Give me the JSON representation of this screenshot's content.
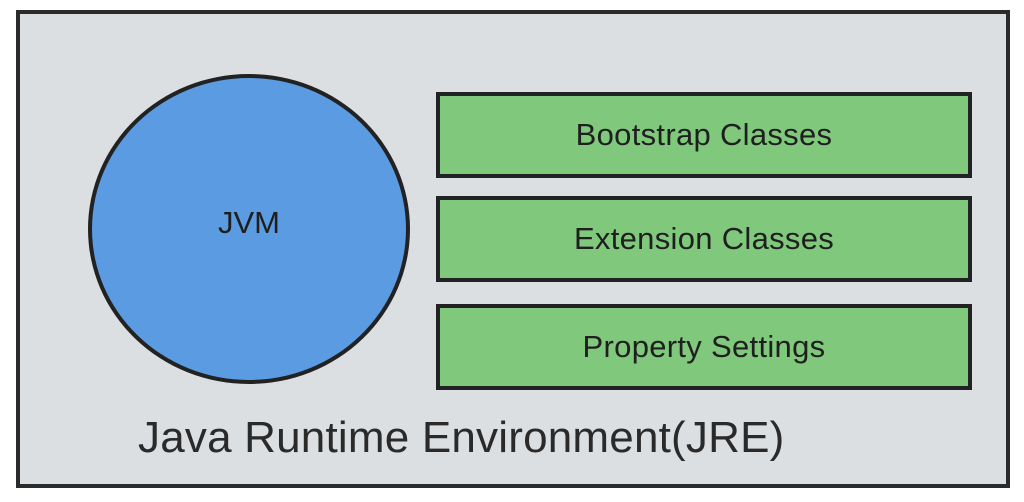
{
  "diagram": {
    "container": {
      "title": "Java Runtime Environment(JRE)",
      "background_color": "#dcdfe2",
      "border_color": "#2b2b2b"
    },
    "jvm": {
      "label": "JVM",
      "fill_color": "#5b9be1"
    },
    "components": [
      {
        "label": "Bootstrap Classes"
      },
      {
        "label": "Extension Classes"
      },
      {
        "label": "Property Settings"
      }
    ],
    "component_fill_color": "#7fc87c"
  }
}
